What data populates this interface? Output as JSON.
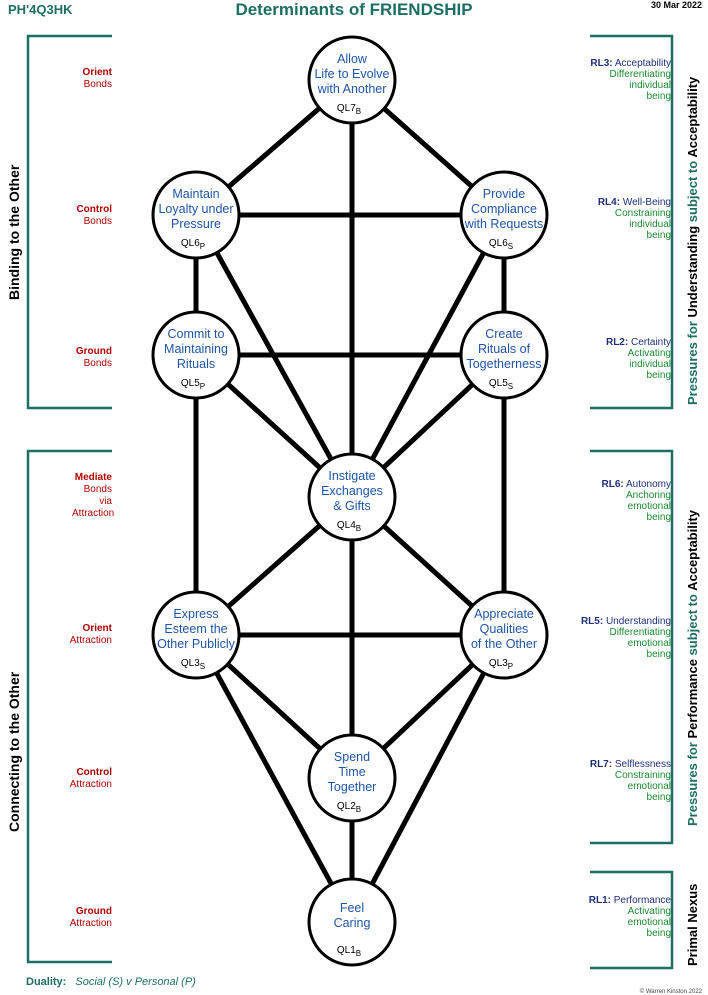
{
  "header": {
    "id": "PH'4Q3HK",
    "title": "Determinants of FRIENDSHIP",
    "date": "30 Mar 2022"
  },
  "left": {
    "binding_title": "Binding to the Other",
    "connecting_title": "Connecting to the Other",
    "levels": [
      {
        "bold": "Orient",
        "rest": "Bonds"
      },
      {
        "bold": "Control",
        "rest": "Bonds"
      },
      {
        "bold": "Ground",
        "rest": "Bonds"
      },
      {
        "bold": "Mediate",
        "rest": "Bonds via Attraction"
      },
      {
        "bold": "Orient",
        "rest": "Attraction"
      },
      {
        "bold": "Control",
        "rest": "Attraction"
      },
      {
        "bold": "Ground",
        "rest": "Attraction"
      }
    ]
  },
  "right": {
    "title_top_1": "Pressures for",
    "title_top_2": "Understanding",
    "title_top_3": "subject to",
    "title_top_4": "Acceptability",
    "title_mid_1": "Pressures for",
    "title_mid_2": "Performance",
    "title_mid_3": "subject to",
    "title_mid_4": "Acceptability",
    "title_bottom": "Primal Nexus",
    "items": [
      {
        "code": "RL3:",
        "name": "Acceptability",
        "sub": [
          "Differentiating",
          "individual",
          "being"
        ]
      },
      {
        "code": "RL4:",
        "name": "Well-Being",
        "sub": [
          "Constraining",
          "individual",
          "being"
        ]
      },
      {
        "code": "RL2:",
        "name": "Certainty",
        "sub": [
          "Activating",
          "individual",
          "being"
        ]
      },
      {
        "code": "RL6:",
        "name": "Autonomy",
        "sub": [
          "Anchoring",
          "emotional",
          "being"
        ]
      },
      {
        "code": "RL5:",
        "name": "Understanding",
        "sub": [
          "Differentiating",
          "emotional",
          "being"
        ]
      },
      {
        "code": "RL7:",
        "name": "Selflessness",
        "sub": [
          "Constraining",
          "emotional",
          "being"
        ]
      },
      {
        "code": "RL1:",
        "name": "Performance",
        "sub": [
          "Activating",
          "emotional",
          "being"
        ]
      }
    ]
  },
  "nodes": [
    {
      "id": "ql7",
      "lines": [
        "Allow",
        "Life to Evolve",
        "with Another"
      ],
      "code": "QL7",
      "sub": "B"
    },
    {
      "id": "ql6p",
      "lines": [
        "Maintain",
        "Loyalty under",
        "Pressure"
      ],
      "code": "QL6",
      "sub": "P"
    },
    {
      "id": "ql6s",
      "lines": [
        "Provide",
        "Compliance",
        "with Requests"
      ],
      "code": "QL6",
      "sub": "S"
    },
    {
      "id": "ql5p",
      "lines": [
        "Commit to",
        "Maintaining",
        "Rituals"
      ],
      "code": "QL5",
      "sub": "P"
    },
    {
      "id": "ql5s",
      "lines": [
        "Create",
        "Rituals of",
        "Togetherness"
      ],
      "code": "QL5",
      "sub": "S"
    },
    {
      "id": "ql4",
      "lines": [
        "Instigate",
        "Exchanges",
        "& Gifts"
      ],
      "code": "QL4",
      "sub": "B"
    },
    {
      "id": "ql3s",
      "lines": [
        "Express",
        "Esteem the",
        "Other Publicly"
      ],
      "code": "QL3",
      "sub": "S"
    },
    {
      "id": "ql3p",
      "lines": [
        "Appreciate",
        "Qualities",
        "of the Other"
      ],
      "code": "QL3",
      "sub": "P"
    },
    {
      "id": "ql2",
      "lines": [
        "Spend",
        "Time",
        "Together"
      ],
      "code": "QL2",
      "sub": "B"
    },
    {
      "id": "ql1",
      "lines": [
        "Feel",
        "Caring"
      ],
      "code": "QL1",
      "sub": "B"
    }
  ],
  "edges": [
    [
      "ql7",
      "ql6p"
    ],
    [
      "ql7",
      "ql6s"
    ],
    [
      "ql7",
      "ql4"
    ],
    [
      "ql6p",
      "ql6s"
    ],
    [
      "ql6p",
      "ql5p"
    ],
    [
      "ql6p",
      "ql4"
    ],
    [
      "ql6s",
      "ql5s"
    ],
    [
      "ql6s",
      "ql4"
    ],
    [
      "ql5p",
      "ql5s"
    ],
    [
      "ql5p",
      "ql4"
    ],
    [
      "ql5p",
      "ql3s"
    ],
    [
      "ql5s",
      "ql4"
    ],
    [
      "ql5s",
      "ql3p"
    ],
    [
      "ql4",
      "ql3s"
    ],
    [
      "ql4",
      "ql3p"
    ],
    [
      "ql4",
      "ql2"
    ],
    [
      "ql3s",
      "ql3p"
    ],
    [
      "ql3s",
      "ql2"
    ],
    [
      "ql3s",
      "ql1"
    ],
    [
      "ql3p",
      "ql2"
    ],
    [
      "ql3p",
      "ql1"
    ],
    [
      "ql2",
      "ql1"
    ]
  ],
  "footer": {
    "label": "Duality:",
    "text": "Social (S)  v  Personal (P)",
    "copyright": "© Warren Kinston 2022"
  },
  "colors": {
    "bracket": "#1d6f63",
    "node_text": "#1f55a7",
    "left_level": "#b30000",
    "right_title": "#1f2f7a",
    "right_sub": "#1a8a2e"
  }
}
